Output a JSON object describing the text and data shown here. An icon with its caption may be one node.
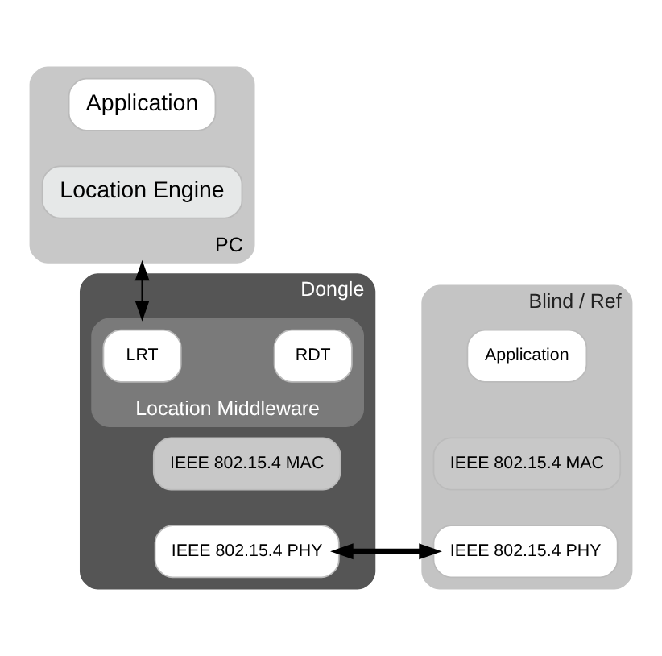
{
  "diagram": {
    "nodes": [
      {
        "text": [
          "PC"
        ]
      },
      {
        "text": [
          "Application"
        ],
        "in": 0
      },
      {
        "text": [
          "Location Engine"
        ],
        "in": 0
      },
      {
        "text": [
          "Dongle"
        ]
      },
      {
        "text": [
          "Location Middleware"
        ],
        "in": 3
      },
      {
        "text": [
          "LRT"
        ],
        "in": 4
      },
      {
        "text": [
          "RDT"
        ],
        "in": 4
      },
      {
        "text": [
          "IEEE 802.15.4 MAC"
        ],
        "in": 3
      },
      {
        "text": [
          "IEEE 802.15.4 PHY"
        ],
        "in": 3
      },
      {
        "text": [
          "Blind / Ref"
        ]
      },
      {
        "text": [
          "Application"
        ],
        "in": 9
      },
      {
        "text": [
          "IEEE 802.15.4 MAC"
        ],
        "in": 9
      },
      {
        "text": [
          "IEEE 802.15.4 PHY"
        ],
        "in": 9
      }
    ],
    "edges": [
      {
        "from": 0,
        "to": 4,
        "arrow": "both"
      },
      {
        "from": 8,
        "to": 12,
        "arrow": "both",
        "style": "thick"
      }
    ]
  }
}
